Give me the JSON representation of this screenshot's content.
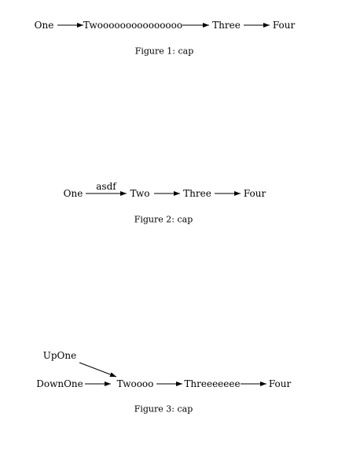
{
  "figures": [
    {
      "nodes": [
        "One",
        "Twooooooooooooooo",
        "Three",
        "Four"
      ],
      "edges": [
        {
          "from": 0,
          "to": 1,
          "label": ""
        },
        {
          "from": 1,
          "to": 2,
          "label": ""
        },
        {
          "from": 2,
          "to": 3,
          "label": ""
        }
      ],
      "caption": "Figure 1: cap"
    },
    {
      "nodes": [
        "One",
        "Two",
        "Three",
        "Four"
      ],
      "edges": [
        {
          "from": 0,
          "to": 1,
          "label": "asdf"
        },
        {
          "from": 1,
          "to": 2,
          "label": ""
        },
        {
          "from": 2,
          "to": 3,
          "label": ""
        }
      ],
      "caption": "Figure 2: cap"
    },
    {
      "nodes": [
        "UpOne",
        "DownOne",
        "Twoooo",
        "Threeeeeee",
        "Four"
      ],
      "edges": [
        {
          "from": 0,
          "to": 2,
          "label": ""
        },
        {
          "from": 1,
          "to": 2,
          "label": ""
        },
        {
          "from": 2,
          "to": 3,
          "label": ""
        },
        {
          "from": 3,
          "to": 4,
          "label": ""
        }
      ],
      "caption": "Figure 3: cap"
    }
  ]
}
